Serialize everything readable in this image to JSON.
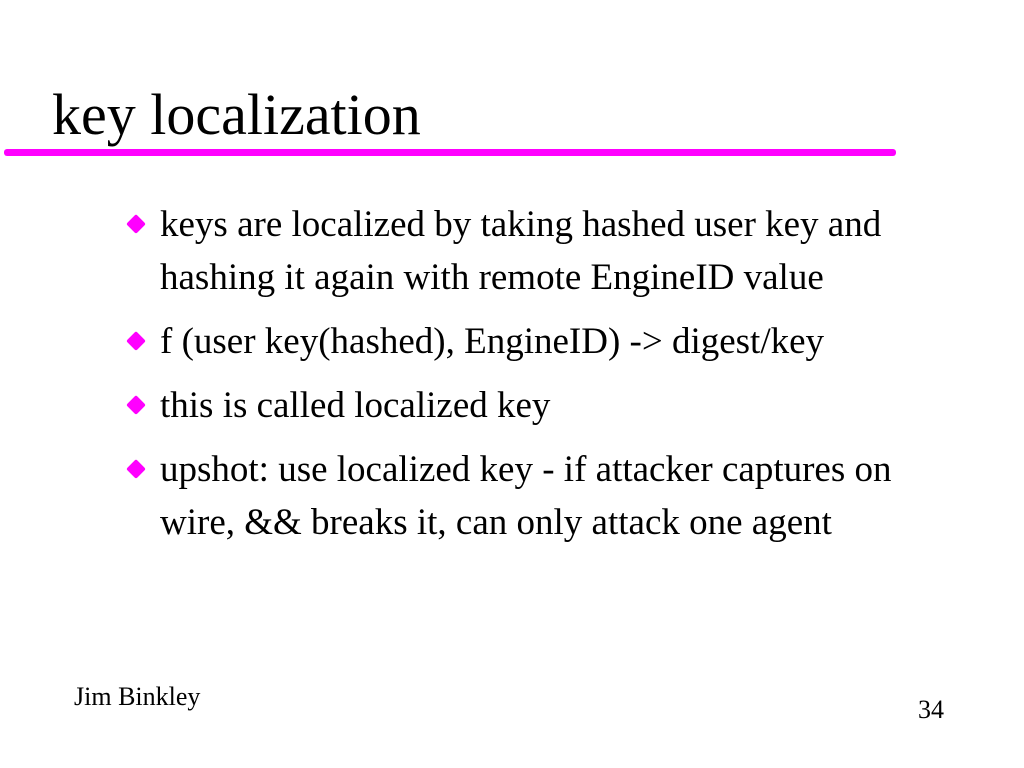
{
  "slide": {
    "title": "key localization",
    "bullets": [
      {
        "text": "keys are localized by taking hashed user key and hashing it again with remote EngineID value"
      },
      {
        "text": "f (user key(hashed), EngineID) -> digest/key"
      },
      {
        "text": "this is called localized key"
      },
      {
        "text": "upshot: use localized key - if attacker captures on wire, && breaks it, can only attack one agent"
      }
    ]
  },
  "footer": {
    "author": "Jim Binkley",
    "page_number": "34"
  },
  "colors": {
    "accent": "#ff00ff",
    "text": "#000000",
    "background": "#ffffff"
  },
  "icons": {
    "bullet": "diamond-bullet-icon"
  }
}
